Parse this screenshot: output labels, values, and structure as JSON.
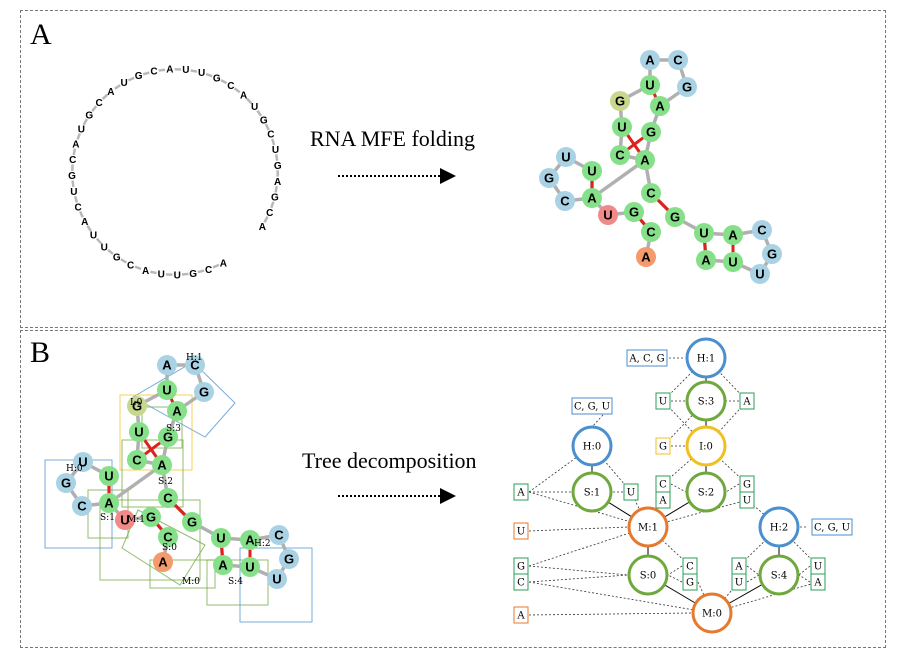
{
  "panels": {
    "a": {
      "label": "A",
      "caption": "RNA MFE folding"
    },
    "b": {
      "label": "B",
      "caption": "Tree decomposition"
    }
  },
  "sequence_ring": [
    "A",
    "C",
    "G",
    "A",
    "G",
    "U",
    "C",
    "G",
    "U",
    "A",
    "C",
    "G",
    "U",
    "U",
    "A",
    "C",
    "G",
    "U",
    "A",
    "C",
    "G",
    "U",
    "A",
    "C",
    "G",
    "U",
    "C",
    "A",
    "U",
    "U",
    "G",
    "C",
    "A",
    "U",
    "U",
    "G",
    "C",
    "A"
  ],
  "colors": {
    "paired": "#86e08a",
    "unpaired": "#a9d3e4",
    "yellow_node": "#c8d78e",
    "red_node": "#f08a88",
    "orange_node": "#f59a6c",
    "backbone": "#b0b0b0",
    "pair_bond": "#e0201b",
    "hairpin": "#4a8fcf",
    "stem": "#6fa83c",
    "interior": "#f0c020",
    "multiloop": "#e57a2e",
    "box_green": "#2a9d56"
  },
  "structure_nodes": [
    {
      "id": "n1",
      "base": "G",
      "type": "yellow"
    },
    {
      "id": "n2",
      "base": "U",
      "type": "paired"
    },
    {
      "id": "n3",
      "base": "A",
      "type": "unpaired"
    },
    {
      "id": "n4",
      "base": "C",
      "type": "unpaired"
    },
    {
      "id": "n5",
      "base": "G",
      "type": "unpaired"
    },
    {
      "id": "n6",
      "base": "A",
      "type": "paired"
    },
    {
      "id": "n7",
      "base": "G",
      "type": "paired"
    },
    {
      "id": "n8",
      "base": "U",
      "type": "paired"
    },
    {
      "id": "n9",
      "base": "C",
      "type": "paired"
    },
    {
      "id": "n10",
      "base": "A",
      "type": "paired"
    },
    {
      "id": "n11",
      "base": "U",
      "type": "paired"
    },
    {
      "id": "n12",
      "base": "U",
      "type": "unpaired"
    },
    {
      "id": "n13",
      "base": "G",
      "type": "unpaired"
    },
    {
      "id": "n14",
      "base": "C",
      "type": "unpaired"
    },
    {
      "id": "n15",
      "base": "A",
      "type": "paired"
    },
    {
      "id": "n16",
      "base": "U",
      "type": "red"
    },
    {
      "id": "n17",
      "base": "G",
      "type": "paired"
    },
    {
      "id": "n18",
      "base": "C",
      "type": "paired"
    },
    {
      "id": "n19",
      "base": "C",
      "type": "paired"
    },
    {
      "id": "n20",
      "base": "G",
      "type": "paired"
    },
    {
      "id": "n21",
      "base": "A",
      "type": "orange"
    },
    {
      "id": "n22",
      "base": "U",
      "type": "paired"
    },
    {
      "id": "n23",
      "base": "A",
      "type": "paired"
    },
    {
      "id": "n24",
      "base": "C",
      "type": "unpaired"
    },
    {
      "id": "n25",
      "base": "G",
      "type": "unpaired"
    },
    {
      "id": "n26",
      "base": "U",
      "type": "unpaired"
    },
    {
      "id": "n27",
      "base": "U",
      "type": "paired"
    },
    {
      "id": "n28",
      "base": "A",
      "type": "paired"
    }
  ],
  "decomposition_labels": [
    "H:1",
    "I:0",
    "S:3",
    "S:2",
    "H:0",
    "S:1",
    "M:1",
    "S:0",
    "M:0",
    "S:4",
    "H:2"
  ],
  "tree": {
    "nodes": [
      {
        "id": "H:1",
        "kind": "hairpin"
      },
      {
        "id": "S:3",
        "kind": "stem"
      },
      {
        "id": "I:0",
        "kind": "interior"
      },
      {
        "id": "H:0",
        "kind": "hairpin"
      },
      {
        "id": "S:1",
        "kind": "stem"
      },
      {
        "id": "S:2",
        "kind": "stem"
      },
      {
        "id": "M:1",
        "kind": "multiloop"
      },
      {
        "id": "H:2",
        "kind": "hairpin"
      },
      {
        "id": "S:0",
        "kind": "stem"
      },
      {
        "id": "S:4",
        "kind": "stem"
      },
      {
        "id": "M:0",
        "kind": "multiloop"
      }
    ],
    "edges": [
      [
        "H:1",
        "S:3"
      ],
      [
        "S:3",
        "I:0"
      ],
      [
        "I:0",
        "S:2"
      ],
      [
        "H:0",
        "S:1"
      ],
      [
        "S:1",
        "M:1"
      ],
      [
        "S:2",
        "M:1"
      ],
      [
        "M:1",
        "S:0"
      ],
      [
        "H:2",
        "S:4"
      ],
      [
        "S:0",
        "M:0"
      ],
      [
        "S:4",
        "M:0"
      ]
    ],
    "boxes": [
      {
        "text": "A, C, G",
        "kind": "hairpin"
      },
      {
        "text": "C, G, U",
        "kind": "hairpin"
      },
      {
        "text": "C, G, U",
        "kind": "hairpin2"
      },
      {
        "text": "U",
        "kind": "stem"
      },
      {
        "text": "A",
        "kind": "stem"
      },
      {
        "text": "G",
        "kind": "interior"
      },
      {
        "text": "A",
        "kind": "stem"
      },
      {
        "text": "U",
        "kind": "stem"
      },
      {
        "text": "C",
        "kind": "stem"
      },
      {
        "text": "A",
        "kind": "stem"
      },
      {
        "text": "G",
        "kind": "stem"
      },
      {
        "text": "U",
        "kind": "stem"
      },
      {
        "text": "U",
        "kind": "multiloop"
      },
      {
        "text": "G",
        "kind": "stem"
      },
      {
        "text": "C",
        "kind": "stem"
      },
      {
        "text": "C",
        "kind": "stem"
      },
      {
        "text": "G",
        "kind": "stem"
      },
      {
        "text": "A",
        "kind": "stem"
      },
      {
        "text": "U",
        "kind": "stem"
      },
      {
        "text": "U",
        "kind": "stem"
      },
      {
        "text": "A",
        "kind": "stem"
      },
      {
        "text": "A",
        "kind": "multiloop"
      }
    ]
  }
}
